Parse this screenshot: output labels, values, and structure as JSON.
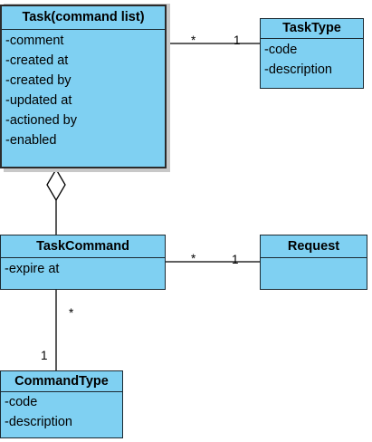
{
  "classes": {
    "task": {
      "name": "Task(command list)",
      "attributes": [
        "-comment",
        "-created at",
        "-created by",
        "-updated at",
        "-actioned by",
        "-enabled"
      ]
    },
    "task_type": {
      "name": "TaskType",
      "attributes": [
        "-code",
        "-description"
      ]
    },
    "task_command": {
      "name": "TaskCommand",
      "attributes": [
        "-expire at"
      ]
    },
    "request": {
      "name": "Request",
      "attributes": []
    },
    "command_type": {
      "name": "CommandType",
      "attributes": [
        "-code",
        "-description"
      ]
    }
  },
  "associations": {
    "task_tasktype": {
      "source_mult": "*",
      "target_mult": "1"
    },
    "taskcommand_request": {
      "source_mult": "*",
      "target_mult": "1"
    },
    "taskcommand_commandtype": {
      "source_mult": "*",
      "target_mult": "1"
    }
  }
}
